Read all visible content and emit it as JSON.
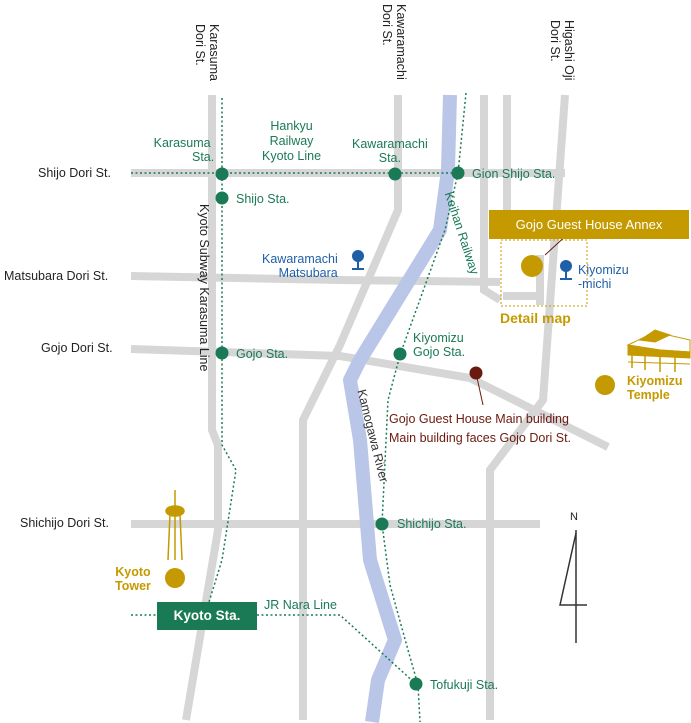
{
  "streets_ns": {
    "karasuma": [
      "Karasuma",
      "Dori St."
    ],
    "kawaramachi": [
      "Kawaramachi",
      "Dori St."
    ],
    "higashi_oji": [
      "Higashi Oji",
      "Dori St."
    ]
  },
  "streets_ew": {
    "shijo": "Shijo Dori St.",
    "matsubara": "Matsubara Dori St.",
    "gojo": "Gojo Dori St.",
    "shichijo": "Shichijo Dori St."
  },
  "railways": {
    "hankyu": [
      "Hankyu",
      "Railway",
      "Kyoto Line"
    ],
    "keihan": "Keihan Railway",
    "subway": "Kyoto Subway Karasuma Line",
    "jr_nara": "JR Nara Line"
  },
  "stations": {
    "karasuma": [
      "Karasuma",
      "Sta."
    ],
    "kawaramachi": [
      "Kawaramachi",
      "Sta."
    ],
    "gion_shijo": "Gion Shijo Sta.",
    "shijo": "Shijo Sta.",
    "kiyomizu_gojo": [
      "Kiyomizu",
      "Gojo Sta."
    ],
    "gojo": "Gojo Sta.",
    "shichijo": "Shichijo Sta.",
    "kyoto": "Kyoto Sta.",
    "tofukuji": "Tofukuji Sta."
  },
  "bus_stops": {
    "kawaramachi_matsubara": [
      "Kawaramachi",
      "Matsubara"
    ],
    "kiyomizu_michi": [
      "Kiyomizu",
      "-michi"
    ]
  },
  "places": {
    "annex": "Gojo Guest House Annex",
    "detail_map": "Detail map",
    "main_building": [
      "Gojo Guest House Main building",
      "Main building faces Gojo Dori St."
    ],
    "kiyomizu_temple": [
      "Kiyomizu",
      "Temple"
    ],
    "kyoto_tower": [
      "Kyoto",
      "Tower"
    ]
  },
  "river": "Kamogawa River",
  "compass": "N",
  "colors": {
    "road": "#d6d6d6",
    "river": "#b9c6e8",
    "rail": "#1a7a55",
    "station": "#1a7a55",
    "gold": "#c49a00",
    "bus": "#1f5fa8",
    "main_building": "#6b1a10"
  }
}
